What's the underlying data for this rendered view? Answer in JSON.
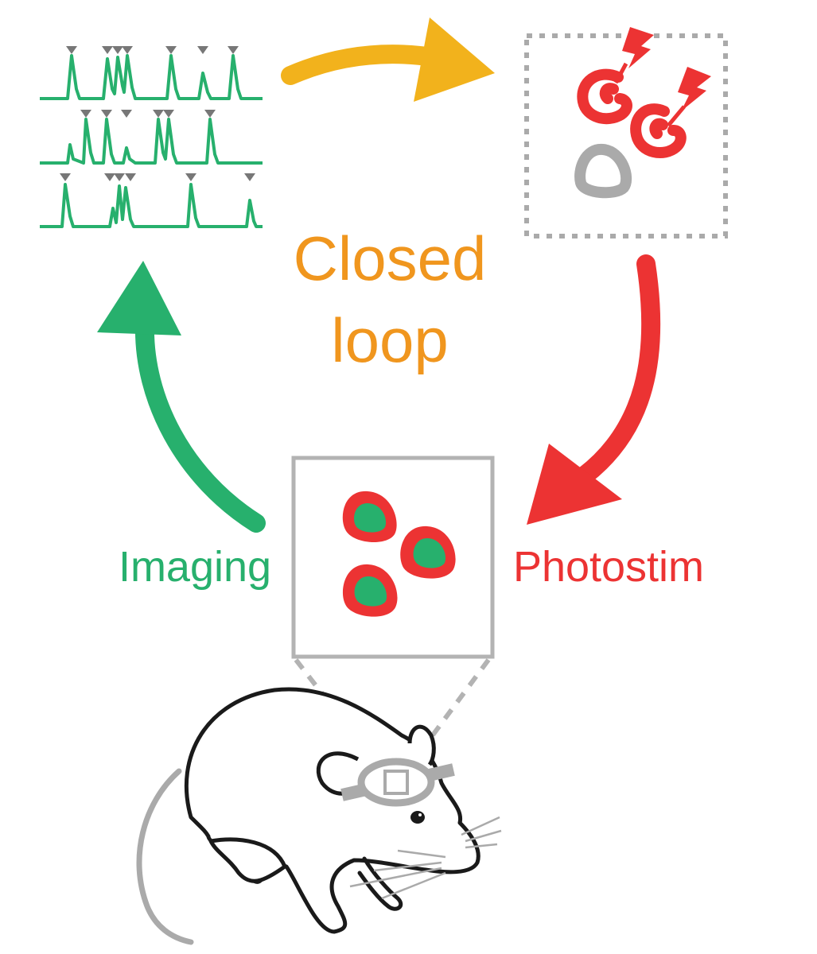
{
  "labels": {
    "center_line1": "Closed",
    "center_line2": "loop",
    "imaging": "Imaging",
    "photostim": "Photostim"
  },
  "colors": {
    "green": "#27b06d",
    "orange": "#f0961e",
    "yellow_arrow": "#f2b21c",
    "red": "#ec3333",
    "gray": "#aaaaaa",
    "dark_gray": "#777777",
    "black": "#1a1a1a"
  },
  "icons": {
    "spike_marker": "triangle-down-icon",
    "stim": "lightning-bolt-icon",
    "cell": "neuron-cell-icon",
    "mouse": "mouse-icon",
    "headplate": "head-plate-icon"
  }
}
